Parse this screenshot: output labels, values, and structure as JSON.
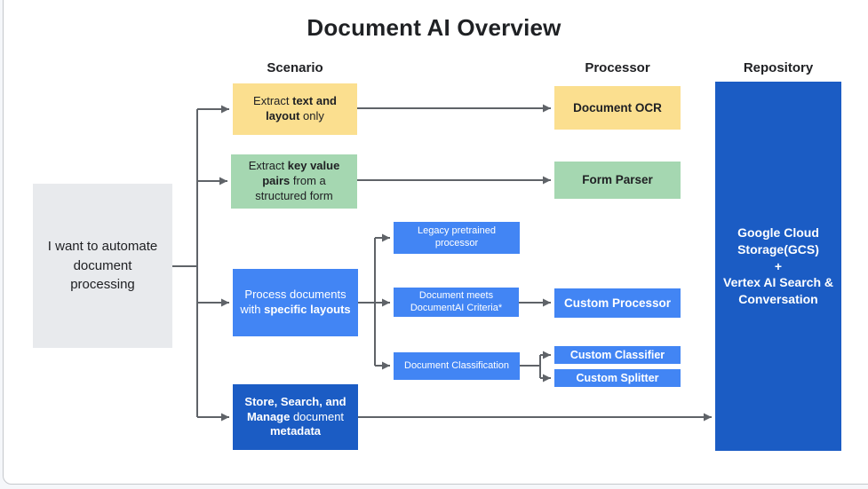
{
  "title": "Document AI Overview",
  "columns": {
    "scenario": "Scenario",
    "processor": "Processor",
    "repository": "Repository"
  },
  "start": {
    "label": "I want to automate document processing"
  },
  "scenarios": [
    {
      "name": "extract-text-layout",
      "parts": [
        {
          "text": "Extract ",
          "bold": false
        },
        {
          "text": "text and layout",
          "bold": true
        },
        {
          "text": " only",
          "bold": false
        }
      ]
    },
    {
      "name": "extract-key-value-pairs",
      "parts": [
        {
          "text": "Extract ",
          "bold": false
        },
        {
          "text": "key value pairs",
          "bold": true
        },
        {
          "text": " from a structured form",
          "bold": false
        }
      ]
    },
    {
      "name": "process-specific-layouts",
      "parts": [
        {
          "text": "Process documents with ",
          "bold": false
        },
        {
          "text": "specific layouts",
          "bold": true
        }
      ]
    },
    {
      "name": "store-search-manage",
      "parts": [
        {
          "text": "Store, Search, and Manage",
          "bold": true
        },
        {
          "text": " document ",
          "bold": false
        },
        {
          "text": "metadata",
          "bold": true
        }
      ]
    }
  ],
  "steps": {
    "legacy": "Legacy pretrained processor",
    "criteria": "Document meets DocumentAI Criteria*",
    "classification": "Document Classification"
  },
  "processors": {
    "document_ocr": "Document OCR",
    "form_parser": "Form Parser",
    "custom_processor": "Custom Processor",
    "custom_classifier": "Custom Classifier",
    "custom_splitter": "Custom Splitter"
  },
  "repository": {
    "lines": [
      "Google Cloud Storage(GCS)",
      "+",
      "Vertex AI Search & Conversation"
    ]
  },
  "colors": {
    "yellow": "#fbdf8f",
    "green": "#a5d7b1",
    "blue": "#4285f4",
    "dark_blue": "#1b5cc4",
    "gray": "#e8eaed",
    "connector": "#5f6368"
  }
}
